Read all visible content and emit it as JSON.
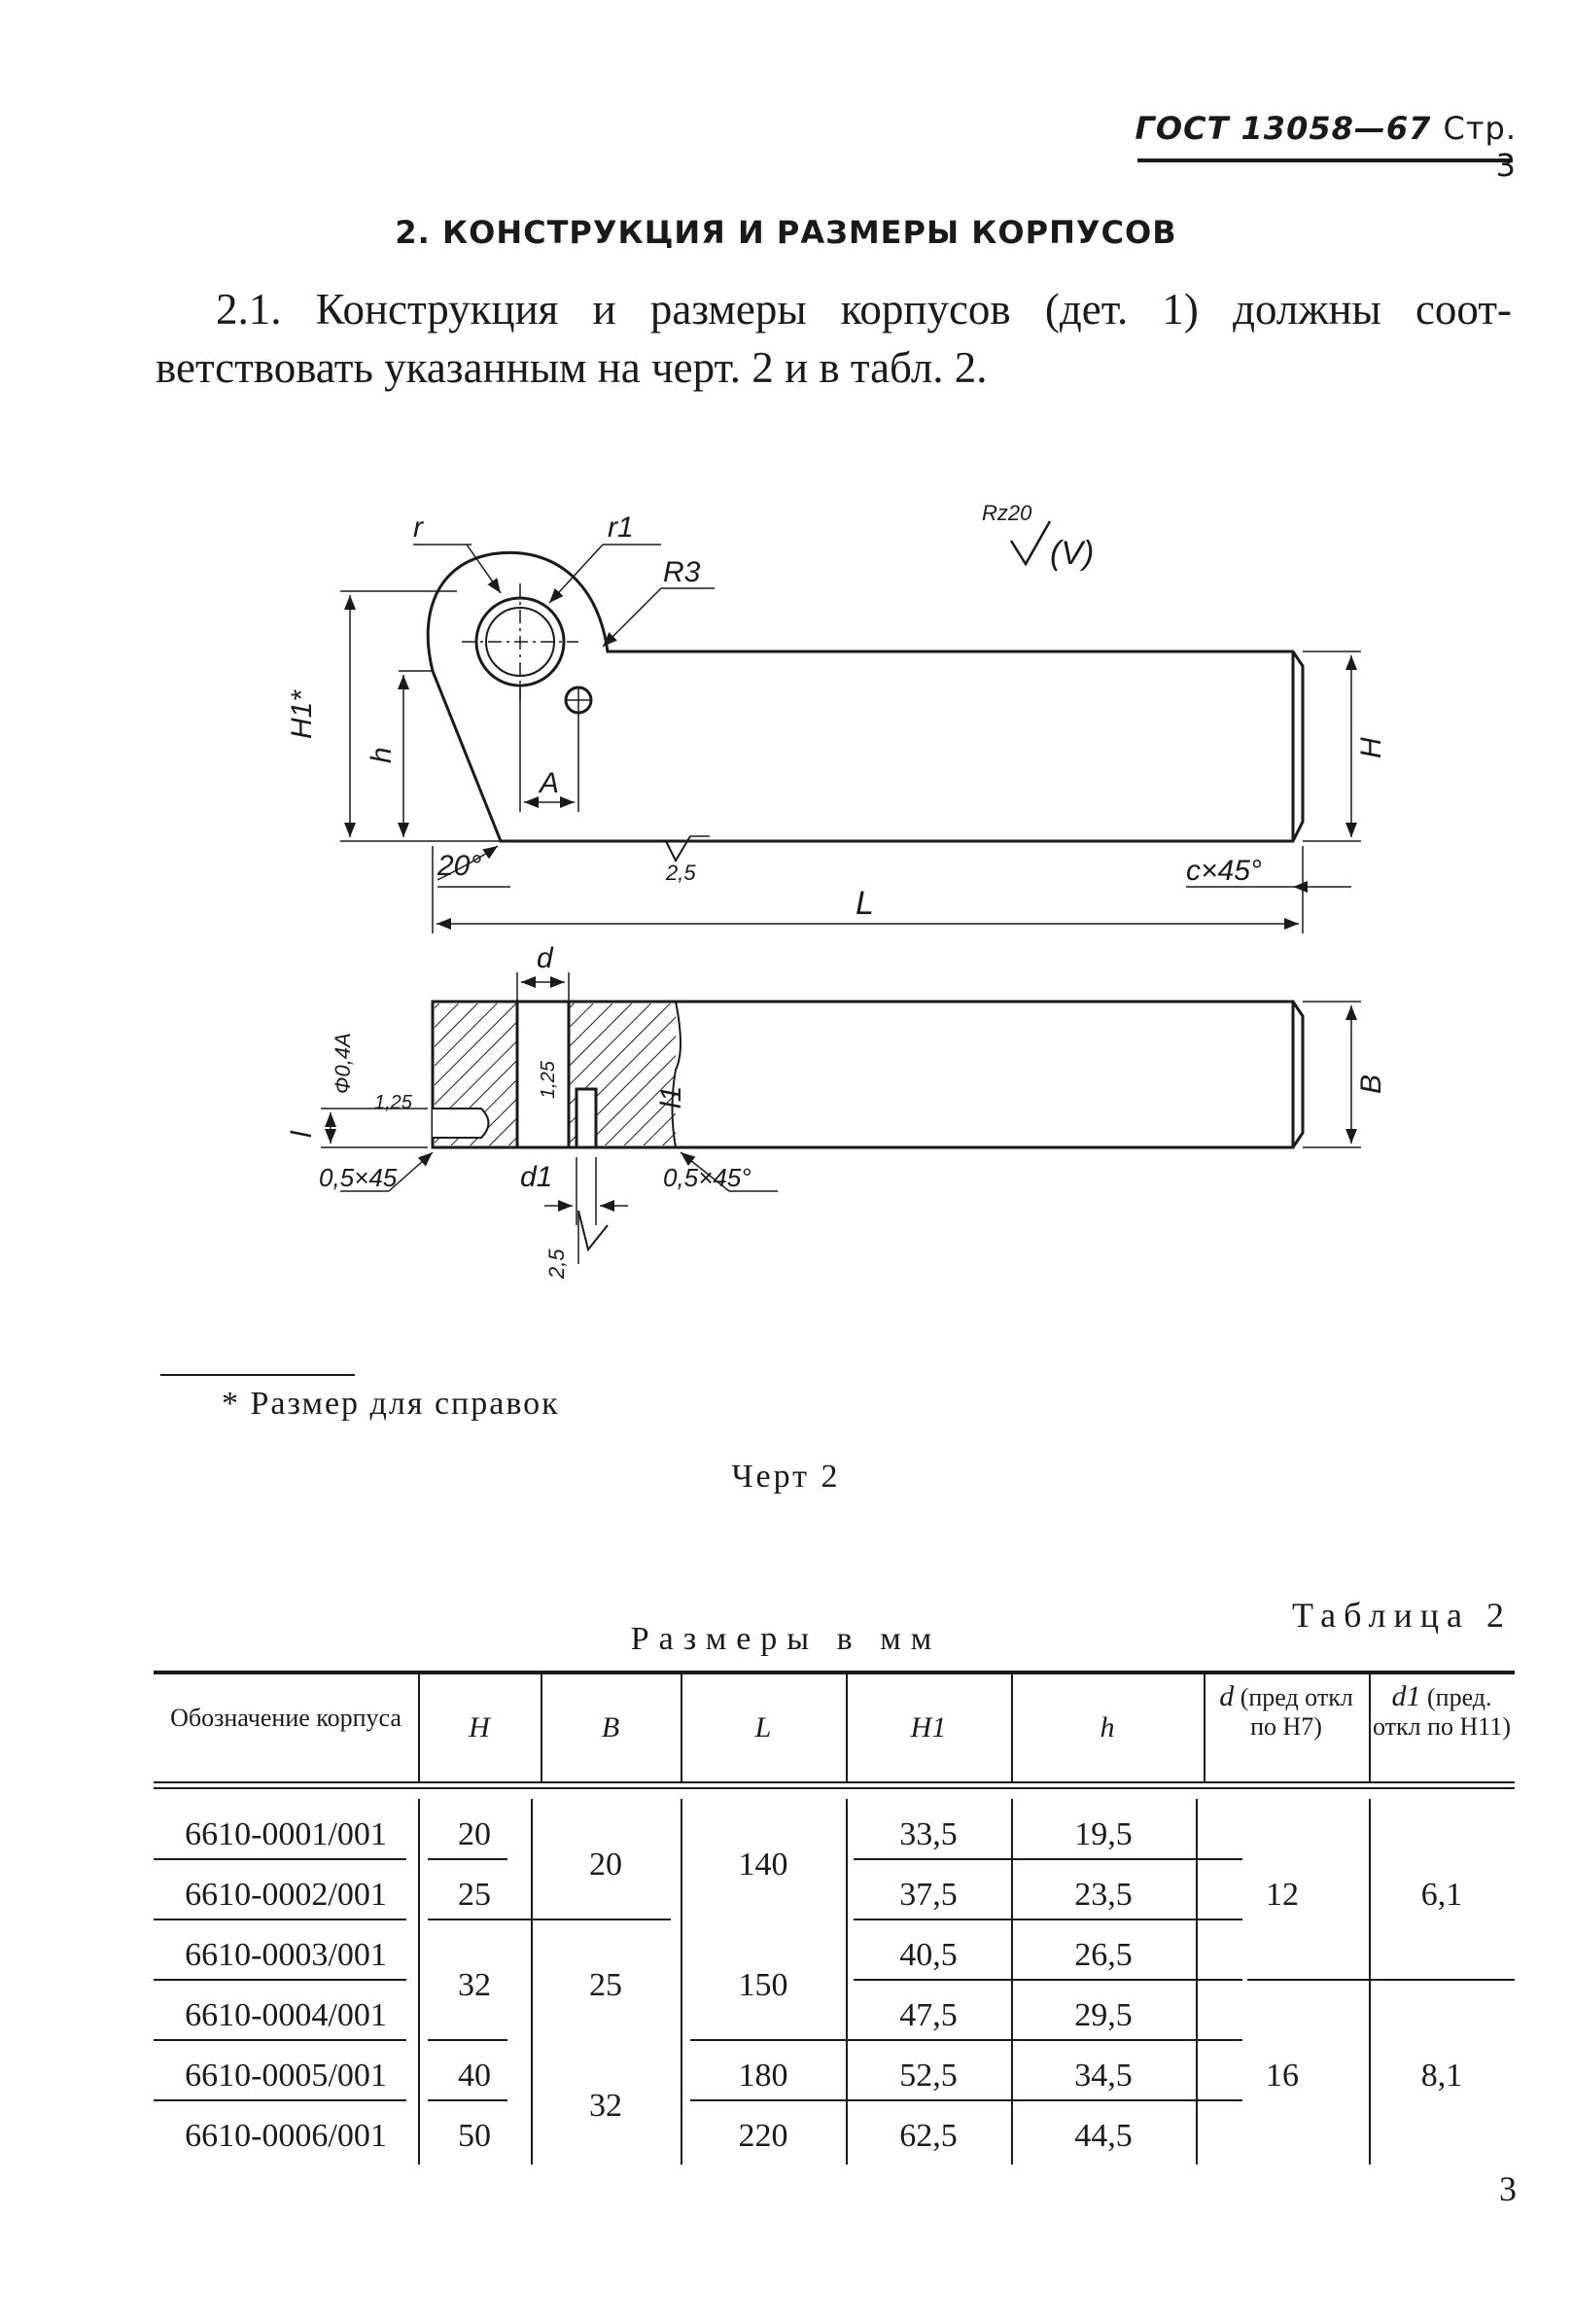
{
  "header": {
    "standard": "ГОСТ 13058—67",
    "page_label": "Стр. 3"
  },
  "section_title": "2. КОНСТРУКЦИЯ И РАЗМЕРЫ КОРПУСОВ",
  "paragraph": {
    "line1": "2.1. Конструкция и размеры корпусов (дет. 1) должны соот-",
    "line2": "ветствовать указанным на черт. 2 и в табл. 2."
  },
  "drawing": {
    "labels": {
      "r": "r",
      "r1": "r1",
      "r3": "R3",
      "rz20": "Rz20",
      "v_paren": "(V)",
      "h1": "H1*",
      "h": "h",
      "a": "A",
      "big_h": "H",
      "angle": "20°",
      "rough_25a": "2,5",
      "chamfer_c": "c×45°",
      "length_l": "L",
      "d": "d",
      "phi": "Ф0,4А",
      "dim_125a": "1,25",
      "dim_125b": "1,25",
      "l1": "l1",
      "b": "B",
      "l": "l",
      "d1": "d1",
      "chamfer_a": "0,5×45",
      "chamfer_b": "0,5×45°",
      "rough_25b": "2,5"
    }
  },
  "footnote": "* Размер для справок",
  "caption": "Черт 2",
  "table_label": "Таблица 2",
  "units": "Размеры в мм",
  "table": {
    "headers": {
      "designation": "Обозначение корпуса",
      "H": "H",
      "B": "B",
      "L": "L",
      "H1": "H1",
      "h": "h",
      "d_sym": "d",
      "d_text": "(пред откл по Н7)",
      "d1_sym": "d1",
      "d1_text": "(пред. откл по Н11)"
    },
    "rows": [
      {
        "designation": "6610-0001/001",
        "H": "20",
        "H1": "33,5",
        "h": "19,5"
      },
      {
        "designation": "6610-0002/001",
        "H": "25",
        "H1": "37,5",
        "h": "23,5"
      },
      {
        "designation": "6610-0003/001",
        "H1": "40,5",
        "h": "26,5"
      },
      {
        "designation": "6610-0004/001",
        "H1": "47,5",
        "h": "29,5"
      },
      {
        "designation": "6610-0005/001",
        "H": "40",
        "H1": "52,5",
        "h": "34,5"
      },
      {
        "designation": "6610-0006/001",
        "H": "50",
        "H1": "62,5",
        "h": "44,5"
      }
    ],
    "merged": {
      "H_rows_3_4": "32",
      "B_rows_1_2": "20",
      "B_rows_3_4": "25",
      "B_rows_5_6": "32",
      "L_rows_1_2": "140",
      "L_rows_3_4": "150",
      "L_row_5": "180",
      "L_row_6": "220",
      "d_rows_1_3": "12",
      "d_rows_4_6": "16",
      "d1_rows_1_3": "6,1",
      "d1_rows_4_6": "8,1"
    }
  },
  "page_number": "3"
}
